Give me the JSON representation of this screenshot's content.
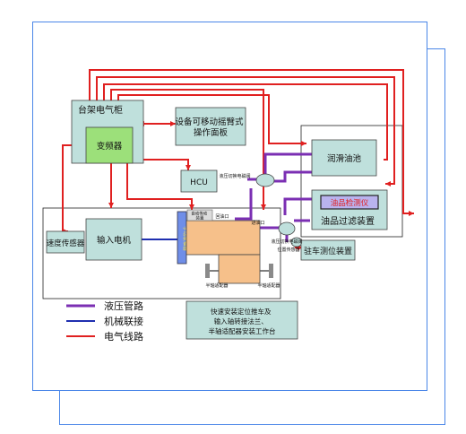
{
  "labels": {
    "cabinet": "台架电气柜",
    "inverter": "变频器",
    "panel": "设备可移动摇臂式操作面板",
    "hcu": "HCU",
    "lube_tank": "润滑油池",
    "oil_analyzer": "油品检测仪",
    "oil_filter": "油品过滤装置",
    "speed_sensor": "速度传感器",
    "input_motor": "输入电机",
    "coupling": "手动联轴器",
    "small_box": "自动传动装置",
    "return_port": "回油口",
    "inlet_port": "进油口",
    "valve_upper": "液压切换电磁阀",
    "valve_lower": "液压切换电磁阀",
    "parking_device": "驻车测位装置",
    "position_sensor": "位置传感器",
    "adapter_left": "半轴适配器",
    "adapter_right": "半轴适配器",
    "note": "快速安装定位推车及输入轴转接法兰、半轴适配器安装工作台"
  },
  "legend": [
    {
      "label": "液压管路",
      "color": "#7b2fb3"
    },
    {
      "label": "机械联接",
      "color": "#1f2fb0"
    },
    {
      "label": "电气线路",
      "color": "#e02020"
    }
  ],
  "colors": {
    "frame": "#4a86e8",
    "box_fill": "#bfe0dc",
    "gearbox": "#f6c08a",
    "coupling": "#6f8ee8",
    "analyzer": "#b9b3ee",
    "hydraulic": "#7b2fb3",
    "mechanical": "#1f2fb0",
    "electric": "#e02020"
  }
}
